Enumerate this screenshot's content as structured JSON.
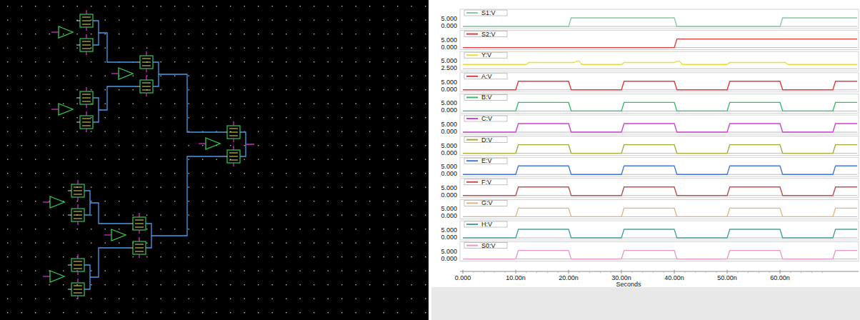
{
  "diagram": {
    "labels": [
      "S1:V",
      "5.000",
      "0.000",
      "S2:V",
      "5.000",
      "0.000",
      "Y:V",
      "5.000",
      "2.500",
      "A:V",
      "5.000",
      "0.000",
      "B:V",
      "5.000",
      "0.000",
      "C:V",
      "5.000",
      "0.000",
      "D:V",
      "5.000",
      "0.000",
      "E:V",
      "5.000",
      "0.000",
      "F:V",
      "5.000",
      "0.000",
      "G:V",
      "5.000",
      "0.000",
      "H:V",
      "5.000",
      "0.000",
      "S0:V",
      "5.000",
      "0.000",
      "0.000",
      "10.00n",
      "20.00n",
      "30.00n",
      "40.00n",
      "50.00n",
      "60.00n",
      "Seconds"
    ]
  }
}
